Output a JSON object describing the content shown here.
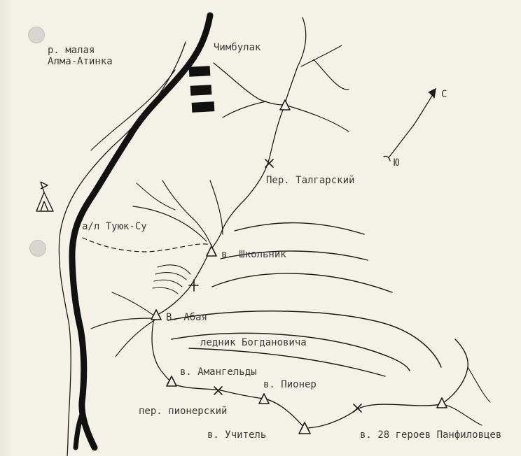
{
  "map": {
    "labels": {
      "river": "р. малая\nАлма-Атинка",
      "chimbulak": "Чимбулак",
      "compass_north": "С",
      "compass_south": "Ю",
      "pass_talgar": "Пер. Талгарский",
      "tuyuk_su": "а/л Туюк-Су",
      "peak_shkolnik": "в. Школьник",
      "peak_abay": "В. Абая",
      "glacier": "ледник Богдановича",
      "peak_amangeldy": "в. Амангельды",
      "peak_pioner": "в. Пионер",
      "pass_pionersky": "пер. пионерский",
      "peak_uchitel": "в. Учитель",
      "peak_28_heroes": "в. 28 героев Панфиловцев"
    },
    "colors": {
      "paper": "#f4f1e6",
      "ink": "#1a1a1a",
      "river": "#111111",
      "text": "#3a3a3a"
    },
    "symbols": {
      "peak": "triangle-icon",
      "pass": "x-cross-icon",
      "camp": "tent-flag-icon",
      "building": "filled-rectangle-icon"
    }
  }
}
